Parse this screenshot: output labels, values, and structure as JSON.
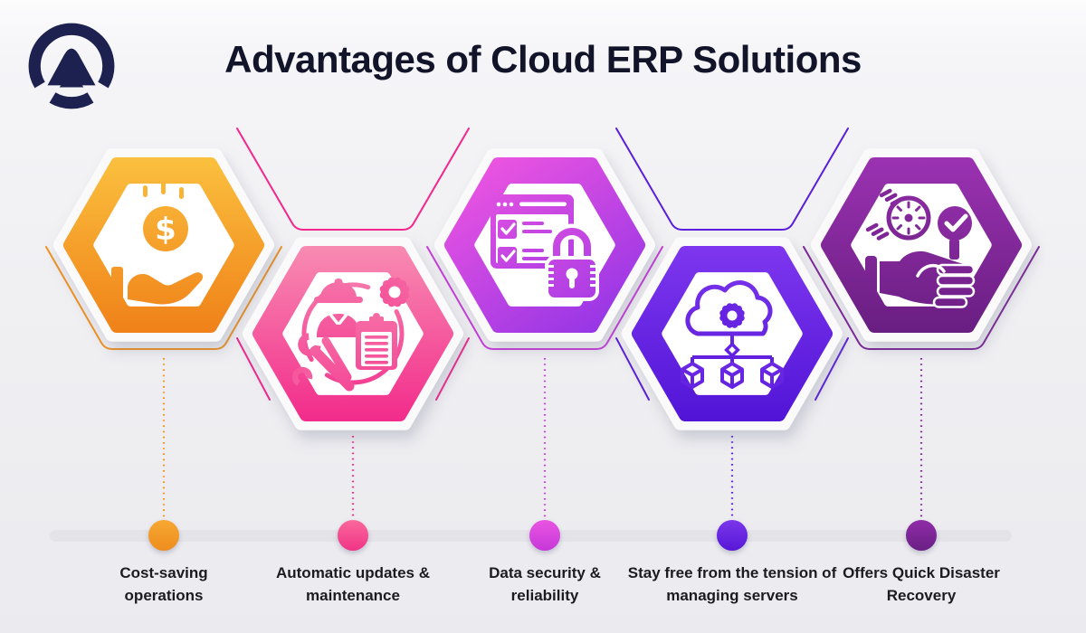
{
  "header": {
    "title": "Advantages of Cloud ERP Solutions",
    "title_color": "#12142a",
    "logo_icon": "circle-mountain-logo",
    "logo_color": "#1c2150"
  },
  "items": [
    {
      "label": "Cost-saving operations",
      "icon": "money-in-hand-icon",
      "glyph": "$",
      "color_from": "#FBC340",
      "color_to": "#EF7E17",
      "trace_color": "#F0931F",
      "dot_from": "#F6A832",
      "dot_to": "#EE8C1E"
    },
    {
      "label": "Automatic updates & maintenance",
      "icon": "worker-maintenance-icon",
      "color_from": "#F890B4",
      "color_to": "#F22789",
      "trace_color": "#F2268D",
      "dot_from": "#F9699B",
      "dot_to": "#F13387"
    },
    {
      "label": "Data security & reliability",
      "icon": "secure-checklist-lock-icon",
      "color_from": "#F156E0",
      "color_to": "#9134E6",
      "trace_color": "#C83CDB",
      "dot_from": "#E855E2",
      "dot_to": "#C637D8"
    },
    {
      "label": "Stay free from the tension of managing servers",
      "icon": "cloud-server-network-icon",
      "color_from": "#8038EF",
      "color_to": "#4F13D6",
      "trace_color": "#5A1EDC",
      "dot_from": "#7A36EA",
      "dot_to": "#5717D6"
    },
    {
      "label": "Offers Quick Disaster Recovery",
      "icon": "quick-recovery-hand-icon",
      "color_from": "#9E33B4",
      "color_to": "#661D7F",
      "trace_color": "#7C2597",
      "dot_from": "#8F2CA7",
      "dot_to": "#6A1F85"
    }
  ],
  "timeline": {
    "bar_color": "#e3e3e8",
    "shell_color": "#fafafb"
  }
}
